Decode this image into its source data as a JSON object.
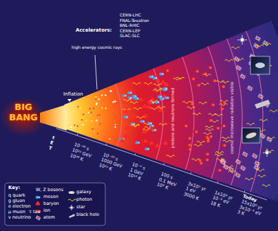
{
  "diagram": {
    "labels": [
      "BIG BANG",
      "Inflation",
      "Accelerators:",
      "CERN-LHC",
      "FNAL-Tevatron",
      "BNL-RHIC",
      "CERN-LEP",
      "SLAC-SLC",
      "high energy cosmic rays",
      "protons and neutrons formed",
      "cosmic microwave radiation visible",
      "t",
      "E",
      "T",
      "10⁻³² s",
      "10⁻¹⁰ s",
      "10⁻⁵ s",
      "100 s",
      "3x10⁵ yr",
      "1x10⁹ yr",
      "15x10⁹ yr",
      "10¹⁵ GeV",
      "1000 GeV",
      "1 GeV",
      "0.1 MeV",
      "1 eV",
      "10⁻³ eV",
      "3x10⁻⁴ eV",
      "10²⁸ K",
      "10¹⁵ K",
      "10¹² K",
      "10⁹ K",
      "3000 K",
      "18 K",
      "3 K",
      "Today",
      "Key:"
    ],
    "legend": [
      {
        "text": "W, Z bosons"
      },
      {
        "text": "q quark"
      },
      {
        "text": "g gluon"
      },
      {
        "text": "e electron"
      },
      {
        "text": "μ muon"
      },
      {
        "text": "τ tau"
      },
      {
        "text": "ν neutrino"
      },
      {
        "text": "meson"
      },
      {
        "text": "baryon"
      },
      {
        "text": "ion"
      },
      {
        "text": "atom"
      },
      {
        "text": "galaxy"
      },
      {
        "text": "photon"
      },
      {
        "text": "star"
      },
      {
        "text": "black hole"
      }
    ]
  }
}
